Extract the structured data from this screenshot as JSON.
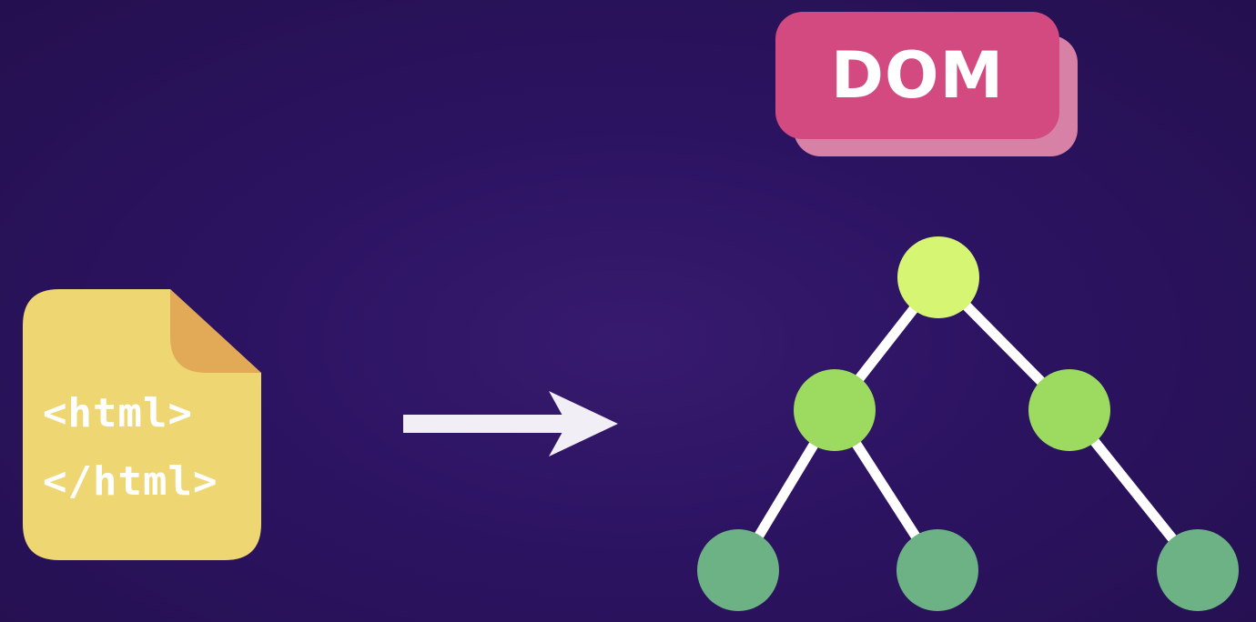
{
  "badge": {
    "label": "DOM",
    "face_color": "#d24a80",
    "shadow_color": "#d881a6"
  },
  "html_file": {
    "lines": [
      "<html>",
      "</html>"
    ],
    "body_color": "#eed672",
    "fold_color": "#e2a956"
  },
  "arrow": {
    "color": "#f2eef6"
  },
  "tree": {
    "edge_color": "#ffffff",
    "levels": [
      {
        "count": 1,
        "color": "#d6f673"
      },
      {
        "count": 2,
        "color": "#9cdb60"
      },
      {
        "count": 3,
        "color": "#6db285"
      }
    ]
  }
}
